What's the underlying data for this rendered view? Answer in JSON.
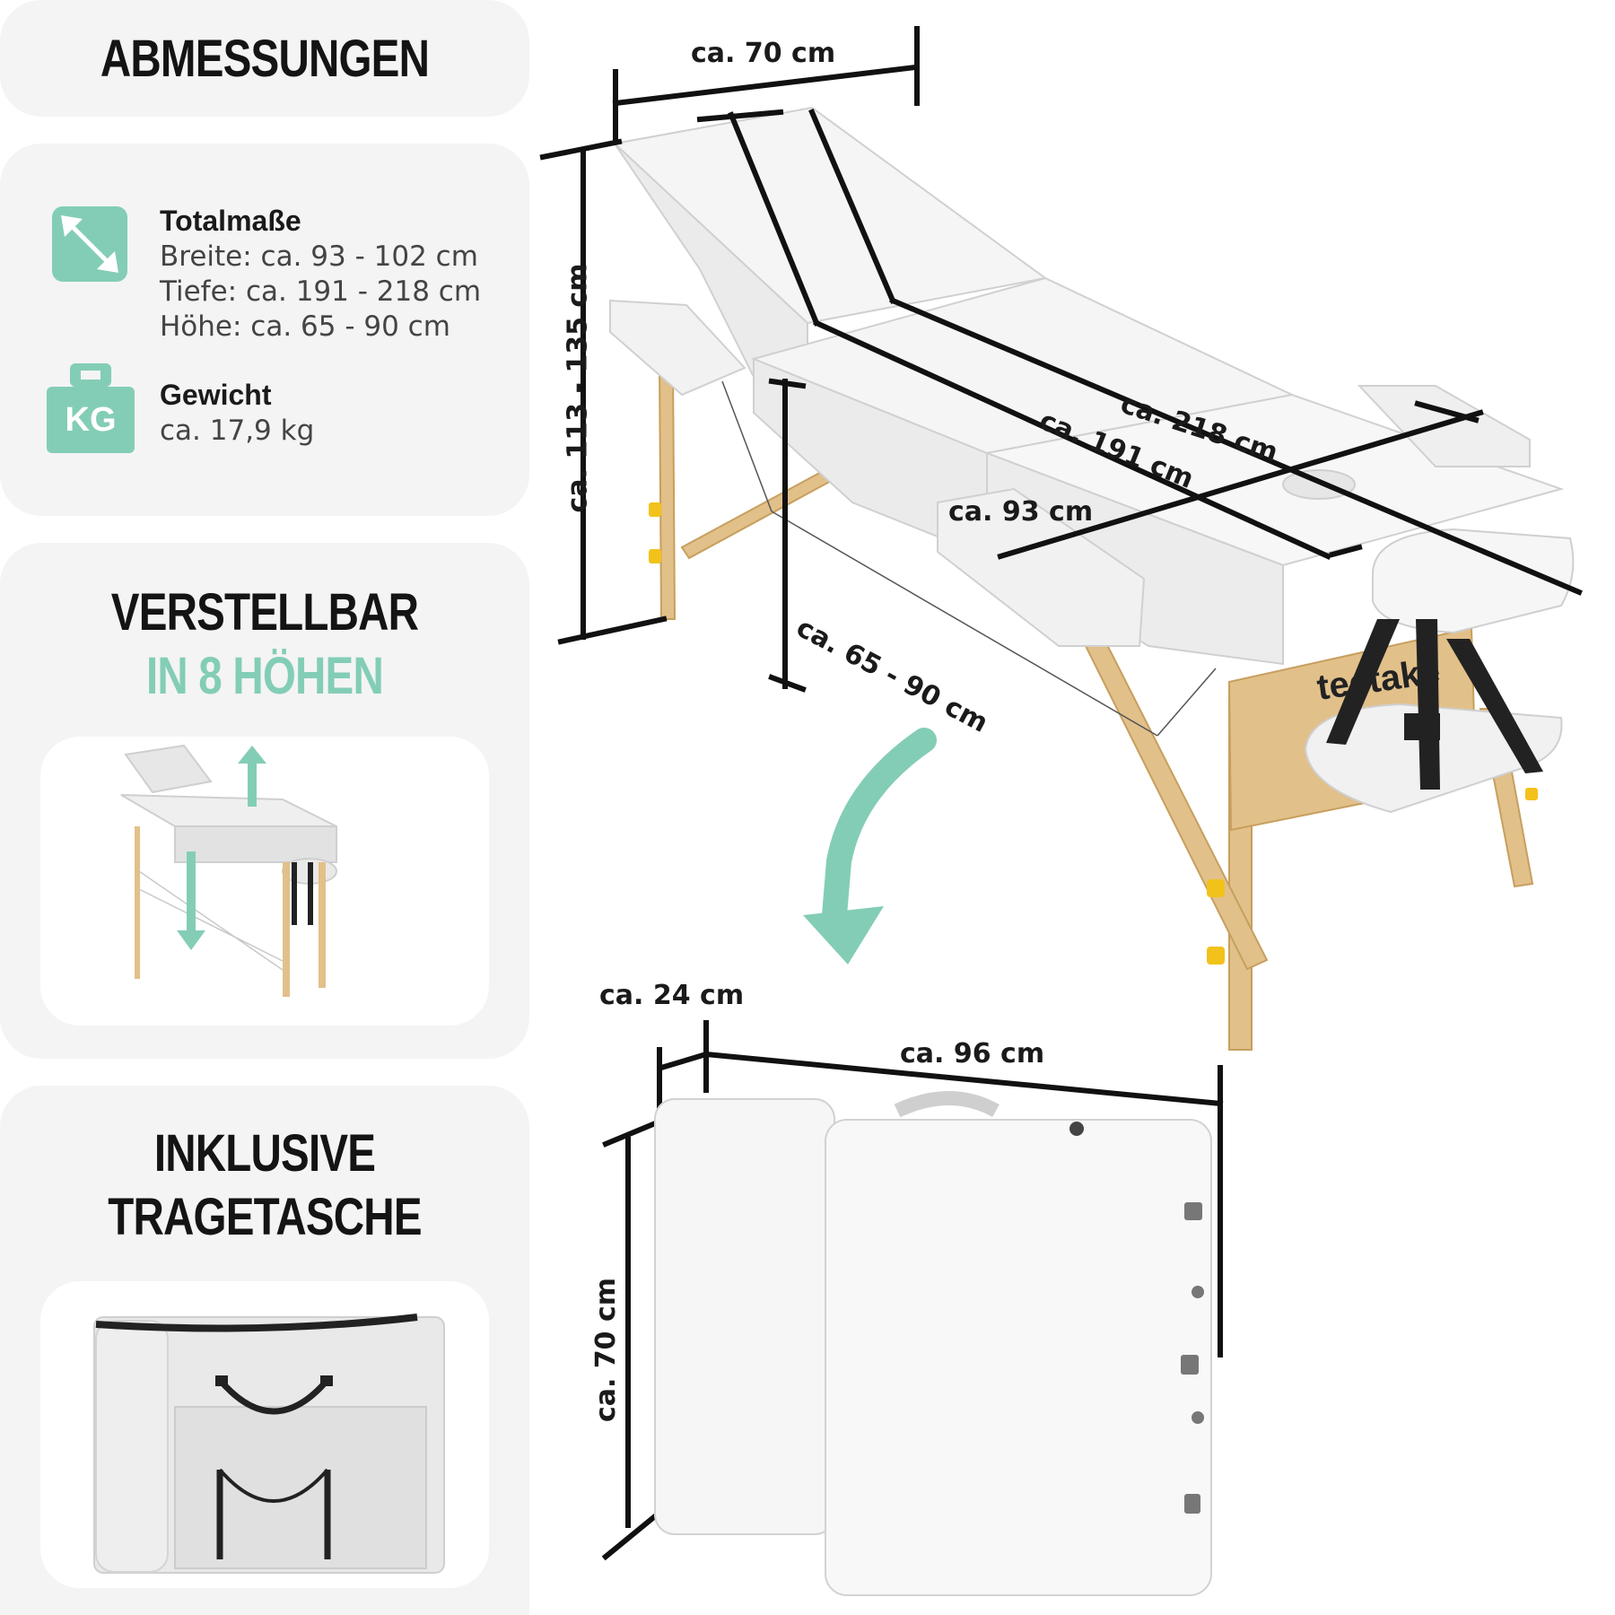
{
  "sidebar": {
    "title": "ABMESSUNGEN",
    "total": {
      "title": "Totalmaße",
      "lines": [
        "Breite: ca. 93 - 102 cm",
        "Tiefe: ca. 191 - 218 cm",
        "Höhe: ca. 65 - 90 cm"
      ]
    },
    "weight": {
      "icon_text": "KG",
      "title": "Gewicht",
      "value": "ca. 17,9 kg"
    },
    "adjustable": {
      "line1": "VERSTELLBAR",
      "line2": "IN 8 HÖHEN"
    },
    "bag": {
      "line1": "INKLUSIVE",
      "line2": "TRAGETASCHE"
    }
  },
  "dimensions": {
    "top_width": "ca. 70 cm",
    "height_back": "ca. 113 - 135 cm",
    "length_total": "ca. 218 cm",
    "length_bed": "ca. 191 cm",
    "width_arms": "ca. 93 cm",
    "height_range": "ca. 65 - 90 cm",
    "folded_depth": "ca. 24 cm",
    "folded_length": "ca. 96 cm",
    "folded_height": "ca. 70 cm"
  },
  "brand_text": "tectake",
  "colors": {
    "accent": "#83cdb6",
    "panel": "#f4f4f4",
    "wood": "#e2c08a",
    "knob": "#f2c21b"
  }
}
